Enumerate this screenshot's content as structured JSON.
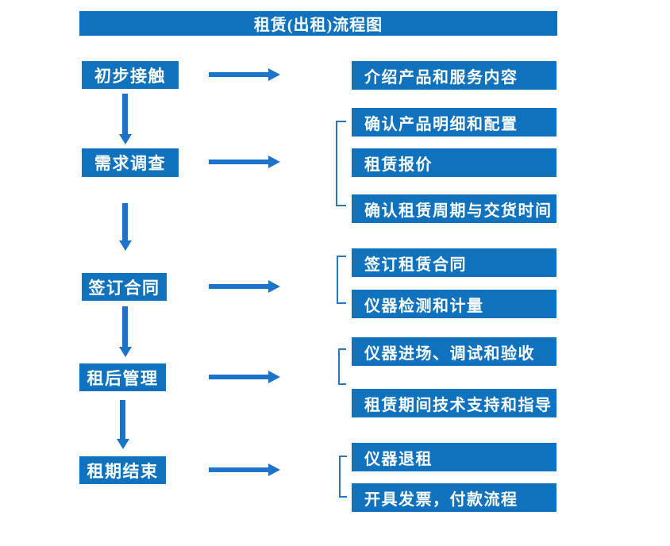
{
  "title": "租赁(出租)流程图",
  "colors": {
    "box_blue": "#1072BD",
    "arrow_blue": "#1B74C9",
    "bracket_blue": "#2E75B6",
    "text_white": "#FFFFFF"
  },
  "steps": [
    {
      "label": "初步接触",
      "outputs": [
        "介绍产品和服务内容"
      ]
    },
    {
      "label": "需求调查",
      "outputs": [
        "确认产品明细和配置",
        "租赁报价",
        "确认租赁周期与交货时间"
      ]
    },
    {
      "label": "签订合同",
      "outputs": [
        "签订租赁合同",
        "仪器检测和计量"
      ]
    },
    {
      "label": "租后管理",
      "outputs": [
        "仪器进场、调试和验收",
        "租赁期间技术支持和指导"
      ]
    },
    {
      "label": "租期结束",
      "outputs": [
        "仪器退租",
        "开具发票，付款流程"
      ]
    }
  ]
}
